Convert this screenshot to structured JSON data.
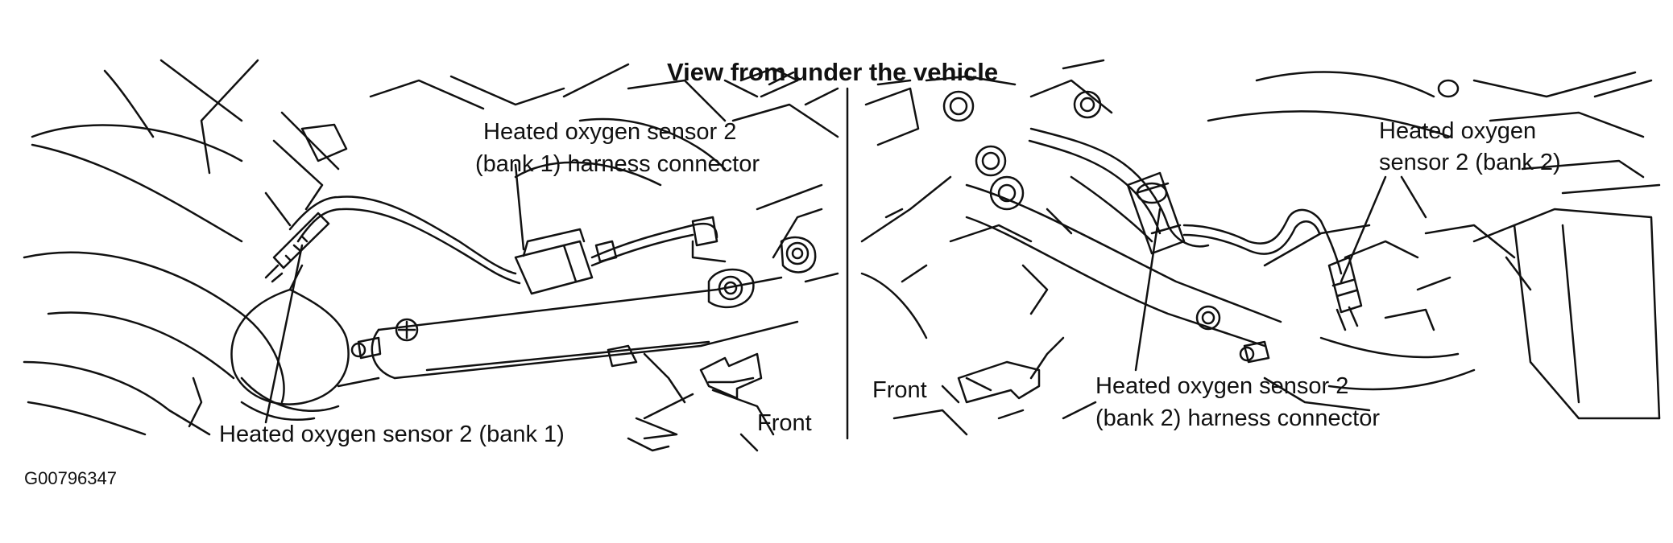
{
  "title": "View from under the vehicle",
  "left_panel": {
    "connector_label_line1": "Heated oxygen sensor 2",
    "connector_label_line2": "(bank 1) harness connector",
    "sensor_label": "Heated oxygen sensor 2 (bank 1)",
    "front_label": "Front"
  },
  "right_panel": {
    "sensor_label_line1": "Heated oxygen",
    "sensor_label_line2": "sensor 2 (bank 2)",
    "connector_label_line1": "Heated oxygen sensor 2",
    "connector_label_line2": "(bank 2) harness connector",
    "front_label": "Front"
  },
  "figure_code": "G00796347"
}
